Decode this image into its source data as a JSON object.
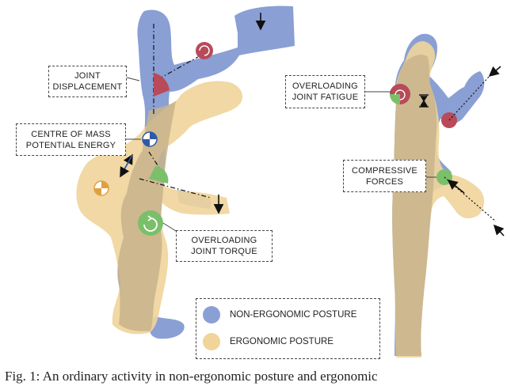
{
  "colors": {
    "non_ergonomic": "#8a9fd4",
    "ergonomic": "#f0d49a",
    "overlap": "#c8b48c",
    "risk_red": "#b84a5a",
    "safe_green": "#7cbf6b",
    "com_blue": "#2e5aa8",
    "com_orange": "#e0a040"
  },
  "callouts": {
    "joint_displacement": [
      "JOINT",
      "DISPLACEMENT"
    ],
    "centre_of_mass": [
      "CENTRE OF MASS",
      "POTENTIAL ENERGY"
    ],
    "overloading_torque": [
      "OVERLOADING",
      "JOINT TORQUE"
    ],
    "overloading_fatigue": [
      "OVERLOADING",
      "JOINT FATIGUE"
    ],
    "compressive_forces": [
      "COMPRESSIVE",
      "FORCES"
    ]
  },
  "legend": {
    "non_ergonomic_label": "NON-ERGONOMIC POSTURE",
    "ergonomic_label": "ERGONOMIC POSTURE"
  },
  "caption": "Fig. 1: An ordinary activity in non-ergonomic posture and ergonomic"
}
